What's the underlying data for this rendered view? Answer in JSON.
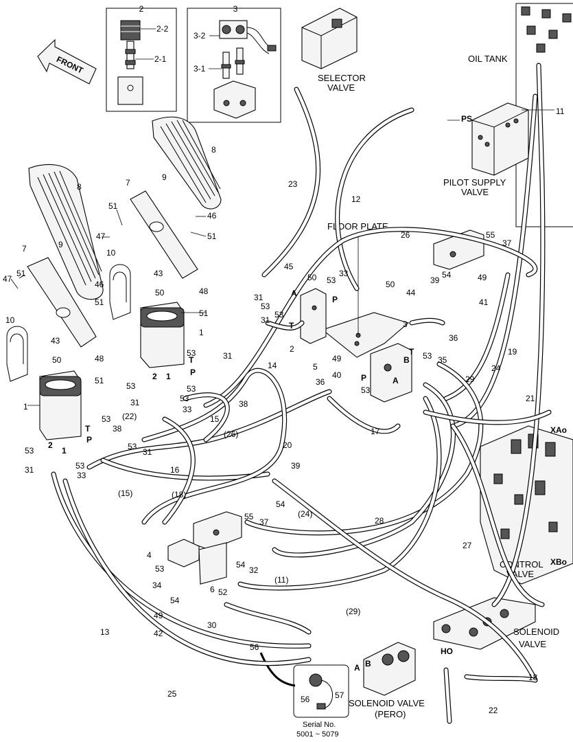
{
  "labels": {
    "front": "FRONT",
    "box2": "2",
    "box3": "3",
    "p2_2": "2-2",
    "p2_1": "2-1",
    "p3_2": "3-2",
    "p3_1": "3-1",
    "selector_valve_1": "SELECTOR",
    "selector_valve_2": "VALVE",
    "oil_tank": "OIL TANK",
    "ps": "PS",
    "pilot_supply_1": "PILOT SUPPLY",
    "pilot_supply_2": "VALVE",
    "floor_plate": "FLOOR PLATE",
    "control_valve_1": "CONTROL",
    "control_valve_2": "VALVE",
    "xao": "XAo",
    "xbo": "XBo",
    "solenoid_valve_1": "SOLENOID",
    "solenoid_valve_2": "VALVE",
    "ho": "HO",
    "solenoid_pero_1": "SOLENOID VALVE",
    "solenoid_pero_2": "(PERO)",
    "serial_1": "Serial No.",
    "serial_2": "5001 ~ 5079",
    "port_t": "T",
    "port_p": "P",
    "port_a": "A",
    "port_b": "B",
    "n1": "1",
    "n2": "2",
    "n3": "3",
    "n4": "4",
    "n5": "5",
    "n6": "6",
    "n7": "7",
    "n8": "8",
    "n9": "9",
    "n10": "10",
    "n11": "11",
    "n12": "12",
    "n13": "13",
    "n14": "14",
    "n15": "15",
    "n16": "16",
    "n17": "17",
    "n18": "18",
    "n19": "19",
    "n20": "20",
    "n21": "21",
    "n22": "22",
    "n23": "23",
    "n24": "24",
    "n25": "25",
    "n26": "26",
    "n27": "27",
    "n28": "28",
    "n29": "29",
    "n30": "30",
    "n31": "31",
    "n32": "32",
    "n33": "33",
    "n34": "34",
    "n35": "35",
    "n36": "36",
    "n37": "37",
    "n38": "38",
    "n39": "39",
    "n40": "40",
    "n41": "41",
    "n42": "42",
    "n43": "43",
    "n44": "44",
    "n45": "45",
    "n46": "46",
    "n47": "47",
    "n48": "48",
    "n49": "49",
    "n50": "50",
    "n51": "51",
    "n52": "52",
    "n53": "53",
    "n54": "54",
    "n55": "55",
    "n56": "56",
    "n57": "57",
    "p11": "(11)",
    "p15": "(15)",
    "p18": "(18)",
    "p22": "(22)",
    "p24": "(24)",
    "p26": "(26)",
    "p29": "(29)"
  }
}
